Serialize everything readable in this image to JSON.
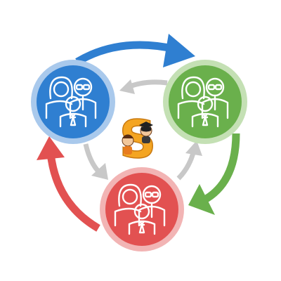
{
  "diagram": {
    "type": "cycle",
    "nodes": [
      {
        "id": "family-blue",
        "color": "#2f7fd1",
        "ring": "#a9c9ec",
        "icon": "family-icon"
      },
      {
        "id": "family-green",
        "color": "#6ab04c",
        "ring": "#c4e0b4",
        "icon": "family-icon"
      },
      {
        "id": "family-red",
        "color": "#e25151",
        "ring": "#f2b4b4",
        "icon": "family-icon"
      }
    ],
    "outer_arrows": [
      {
        "from": "family-blue",
        "to": "family-green",
        "color": "#2f7fd1"
      },
      {
        "from": "family-green",
        "to": "family-red",
        "color": "#6ab04c"
      },
      {
        "from": "family-red",
        "to": "family-blue",
        "color": "#e25151"
      }
    ],
    "inner_arrows": {
      "color": "#c8c8c8",
      "direction": "counter-clockwise"
    },
    "center": {
      "logo_letter": "S",
      "logo_color": "#f4a522",
      "icon": "children-mascot-icon"
    }
  }
}
